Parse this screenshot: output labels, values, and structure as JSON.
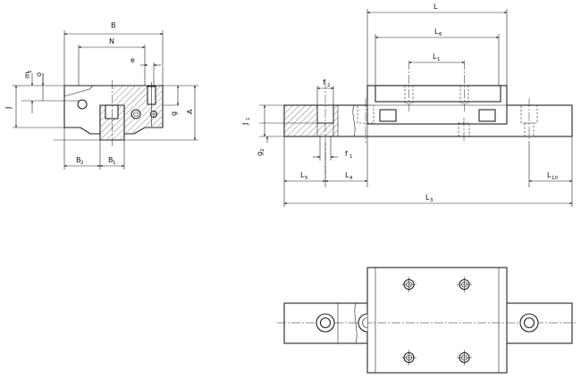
{
  "labels": {
    "B": "B",
    "N": "N",
    "e": "e",
    "m1": "m",
    "m1_sub": "1",
    "o": "o",
    "J": "J",
    "g": "g",
    "A": "A",
    "B2": "B",
    "B2_sub": "2",
    "B1": "B",
    "B1_sub": "1",
    "L": "L",
    "L6": "L",
    "L6_sub": "6",
    "L1": "L",
    "L1_sub": "1",
    "f2": "f",
    "f2_sub": "2",
    "f1": "f",
    "f1_sub": "1",
    "J1": "J",
    "J1_sub": "1",
    "g2": "g",
    "g2_sub": "2",
    "L5": "L",
    "L5_sub": "5",
    "L4": "L",
    "L4_sub": "4",
    "L10": "L",
    "L10_sub": "10",
    "L3": "L",
    "L3_sub": "3"
  }
}
